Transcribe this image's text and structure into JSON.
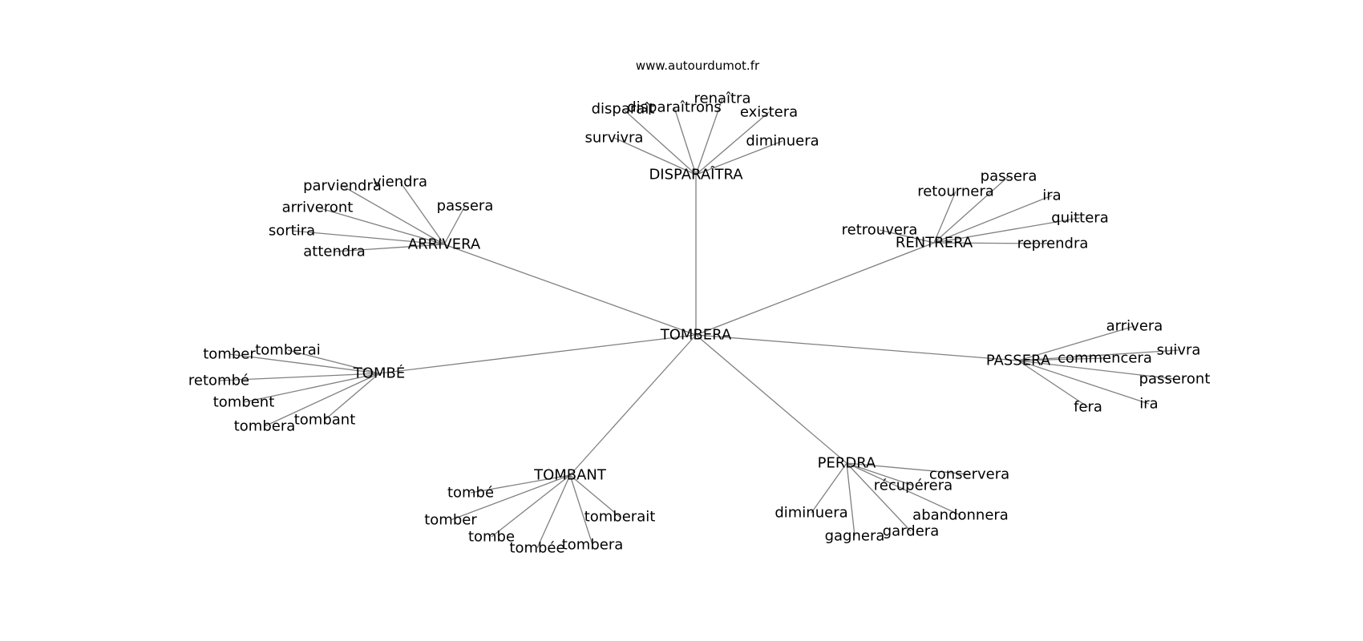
{
  "site": "www.autourdumot.fr",
  "center": "TOMBERA",
  "hubs": [
    {
      "label": "DISPARAÎTRA",
      "leaves": [
        "disparaît",
        "disparaîtrons",
        "renaîtra",
        "existera",
        "survivra",
        "diminuera"
      ]
    },
    {
      "label": "ARRIVERA",
      "leaves": [
        "parviendra",
        "viendra",
        "arriveront",
        "passera",
        "sortira",
        "attendra"
      ]
    },
    {
      "label": "RENTRERA",
      "leaves": [
        "passera",
        "retournera",
        "ira",
        "quittera",
        "retrouvera",
        "reprendra"
      ]
    },
    {
      "label": "TOMBÉ",
      "leaves": [
        "tomberai",
        "tomber",
        "retombé",
        "tombent",
        "tombera",
        "tombant"
      ]
    },
    {
      "label": "PASSERA",
      "leaves": [
        "arrivera",
        "suivra",
        "commencera",
        "passeront",
        "ira",
        "fera"
      ]
    },
    {
      "label": "TOMBANT",
      "leaves": [
        "tombé",
        "tomber",
        "tombe",
        "tombée",
        "tombera",
        "tomberait"
      ]
    },
    {
      "label": "PERDRA",
      "leaves": [
        "conservera",
        "récupérera",
        "abandonnera",
        "diminuera",
        "gagnera",
        "gardera"
      ]
    }
  ]
}
